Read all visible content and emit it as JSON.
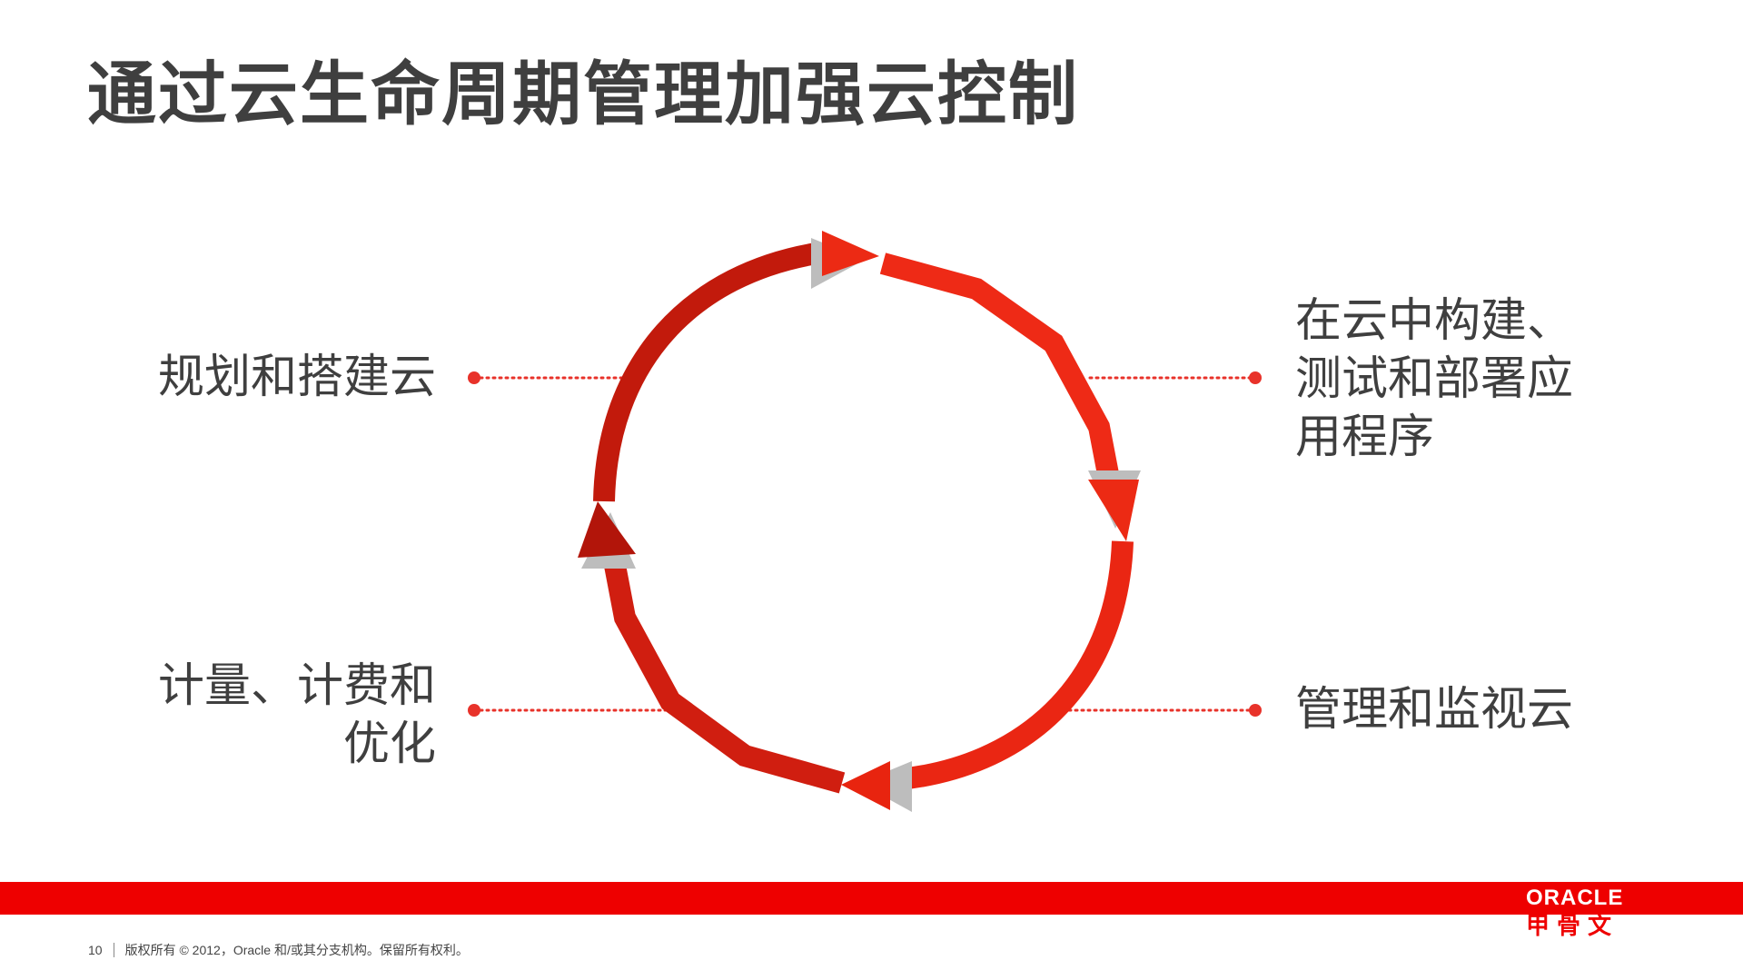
{
  "title": "通过云生命周期管理加强云控制",
  "labels": {
    "top_left": [
      "规划和搭建云"
    ],
    "top_right": [
      "在云中构建、",
      "测试和部署应",
      "用程序"
    ],
    "bottom_left": [
      "计量、计费和",
      "优化"
    ],
    "bottom_right": [
      "管理和监视云"
    ]
  },
  "footer": {
    "page_number": "10",
    "copyright": "版权所有 © 2012，Oracle 和/或其分支机构。保留所有权利。"
  },
  "logo": {
    "wordmark": "ORACLE",
    "chinese": "甲骨文"
  },
  "colors": {
    "accent_red": "#ee0000",
    "arrow_dark": "#b01208",
    "arrow_bright": "#f22a14",
    "dot_line": "#e8322a",
    "text": "#3f3f3f"
  }
}
